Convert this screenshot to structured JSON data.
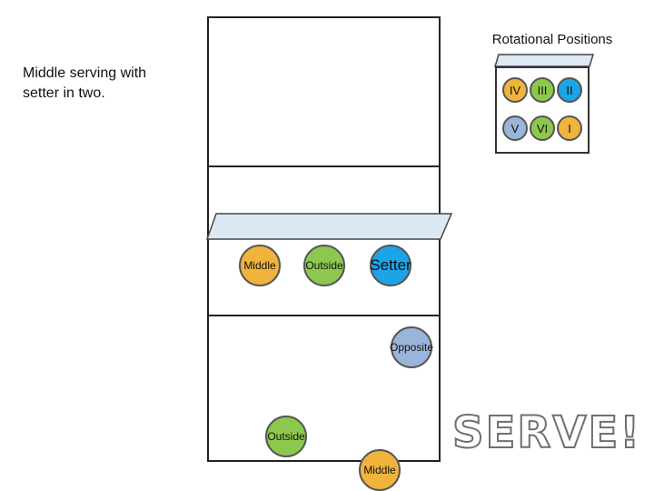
{
  "caption": "Middle serving with setter in two.",
  "rotation": {
    "title": "Rotational Positions",
    "front_row": [
      "IV",
      "III",
      "II"
    ],
    "back_row": [
      "V",
      "VI",
      "I"
    ]
  },
  "players": {
    "front_left": "Middle",
    "front_middle": "Outside",
    "front_right": "Setter",
    "opposite": "Opposite",
    "back_outside": "Outside",
    "server": "Middle"
  },
  "serve_text": "SERVE!",
  "colors": {
    "middle": "#f0b43c",
    "outside": "#8dc84e",
    "setter": "#1ba4e6",
    "opposite": "#9ab5da",
    "net": "#dde8f5",
    "court_line": "#222222"
  }
}
